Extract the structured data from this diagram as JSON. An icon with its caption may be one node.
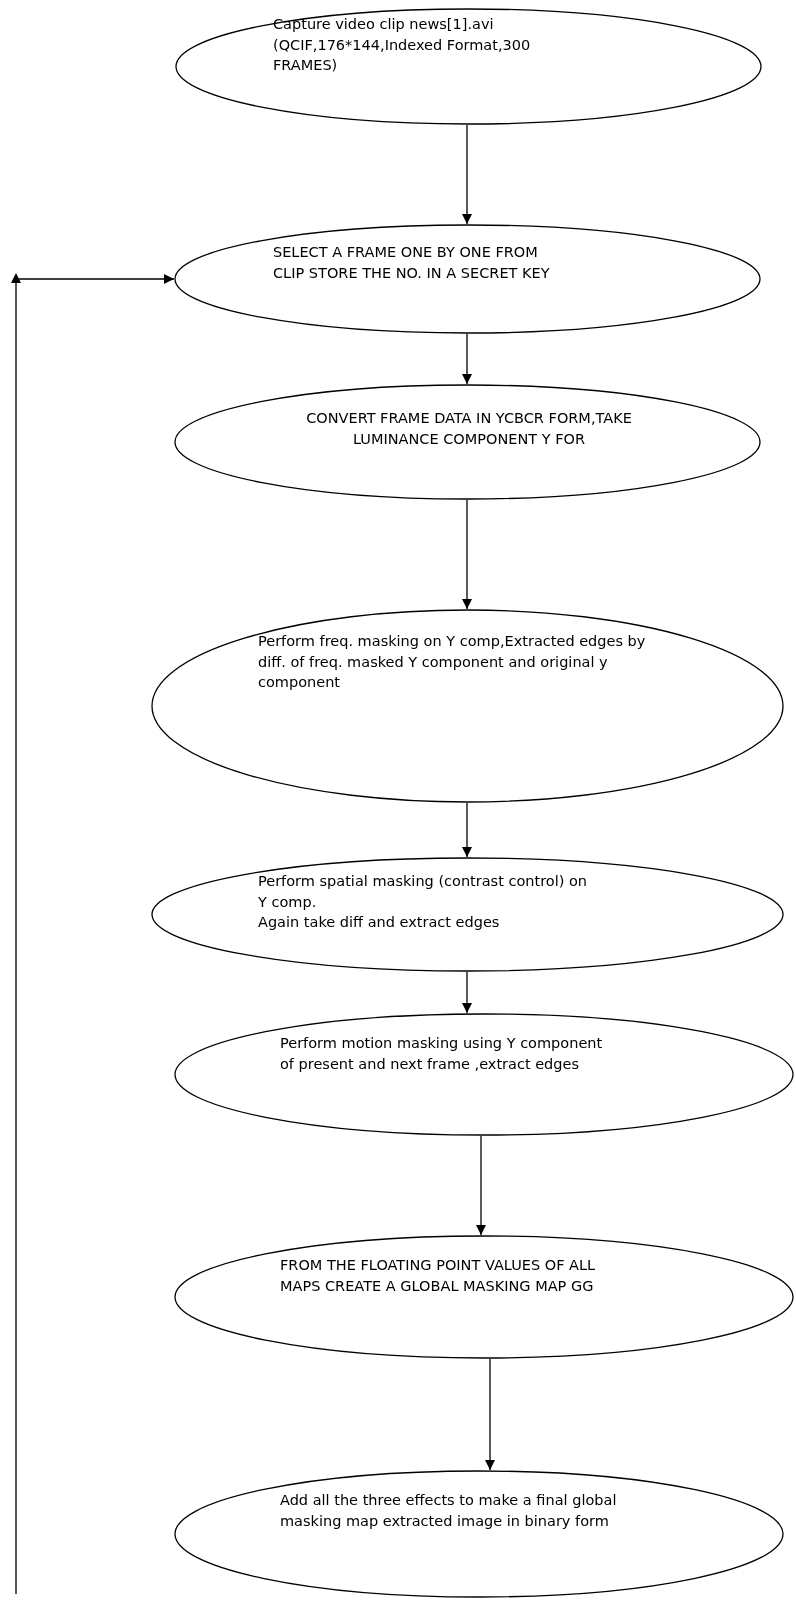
{
  "diagram": {
    "nodes": [
      {
        "text": [
          "Capture video clip news[1].avi (QCIF,176*144,Indexed Format,300 FRAMES)"
        ]
      },
      {
        "text": [
          "SELECT A FRAME ONE BY ONE FROM CLIP STORE THE NO. IN A SECRET KEY"
        ]
      },
      {
        "text": [
          "CONVERT FRAME DATA IN YCBCR FORM,TAKE LUMINANCE COMPONENT Y FOR"
        ]
      },
      {
        "text": [
          "Perform freq. masking on Y comp,Extracted edges by diff. of freq. masked Y component  and original y component"
        ]
      },
      {
        "text": [
          "Perform spatial masking (contrast control) on Y comp.",
          "Again take diff and extract edges"
        ]
      },
      {
        "text": [
          "Perform motion masking using Y component of present and next frame ,extract edges"
        ]
      },
      {
        "text": [
          "FROM THE FLOATING POINT VALUES OF ALL MAPS CREATE A GLOBAL MASKING MAP GG"
        ]
      },
      {
        "text": [
          "Add all the three effects to make a final global masking map extracted image in binary form"
        ]
      }
    ],
    "edges": [
      {
        "from": 0,
        "to": 1,
        "arrow": "to"
      },
      {
        "from": 1,
        "to": 2,
        "arrow": "to"
      },
      {
        "from": 2,
        "to": 3,
        "arrow": "to"
      },
      {
        "from": 3,
        "to": 4,
        "arrow": "to"
      },
      {
        "from": 4,
        "to": 5,
        "arrow": "to"
      },
      {
        "from": 5,
        "to": 6,
        "arrow": "to"
      },
      {
        "from": 6,
        "to": 7,
        "arrow": "to"
      },
      {
        "from": null,
        "to": 1,
        "arrow": "to"
      }
    ]
  }
}
